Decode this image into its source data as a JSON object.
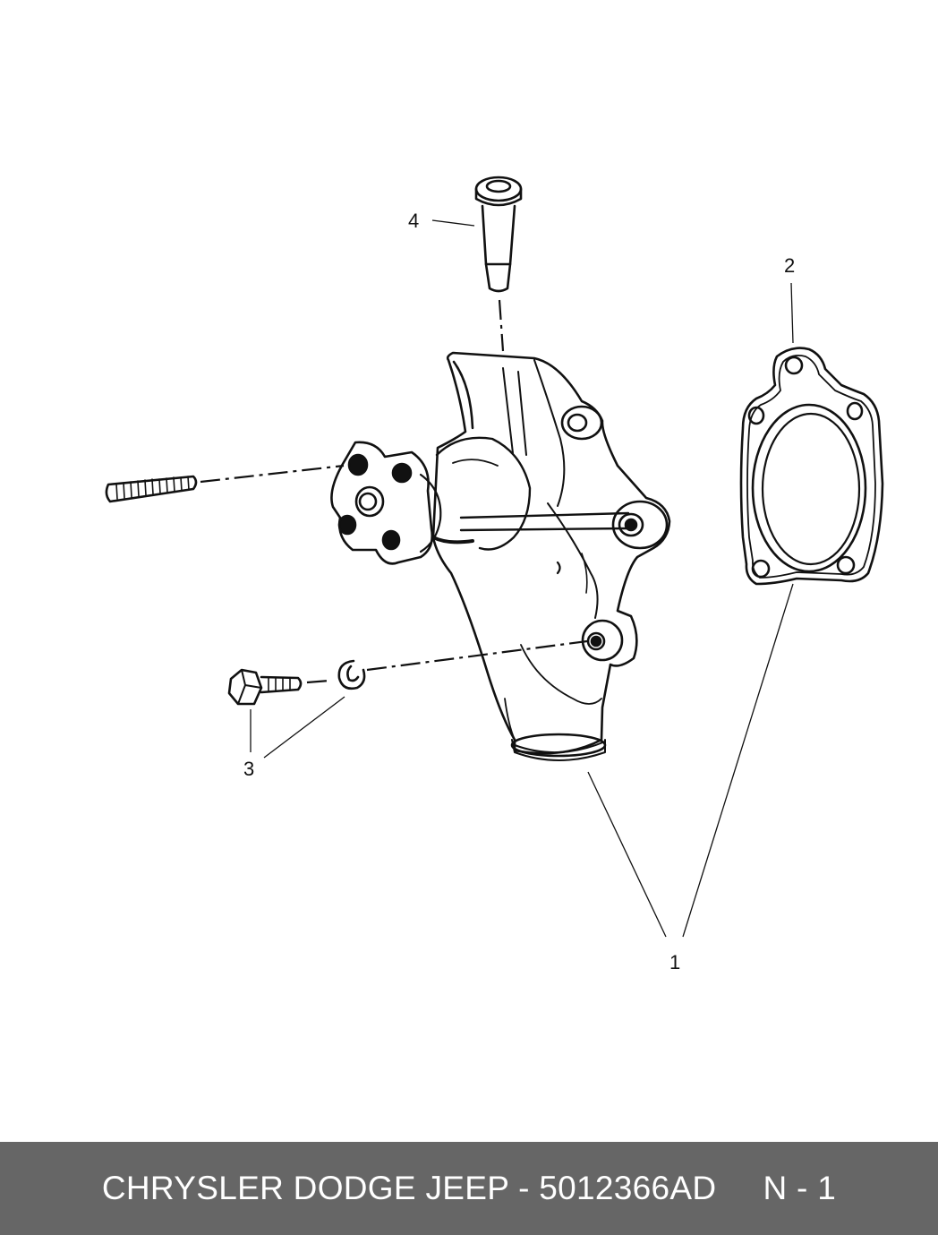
{
  "diagram": {
    "callouts": {
      "c1": "1",
      "c2": "2",
      "c3": "3",
      "c4": "4"
    },
    "parts": [
      "water-pump",
      "gasket",
      "bolt-and-lock-washer",
      "dowel-pin",
      "stud"
    ]
  },
  "footer": {
    "part_code": "CHRYSLER DODGE JEEP - 5012366AD",
    "page": "N - 1"
  },
  "colors": {
    "footer_bg": "#666666",
    "footer_text": "#ffffff",
    "line": "#111111"
  }
}
